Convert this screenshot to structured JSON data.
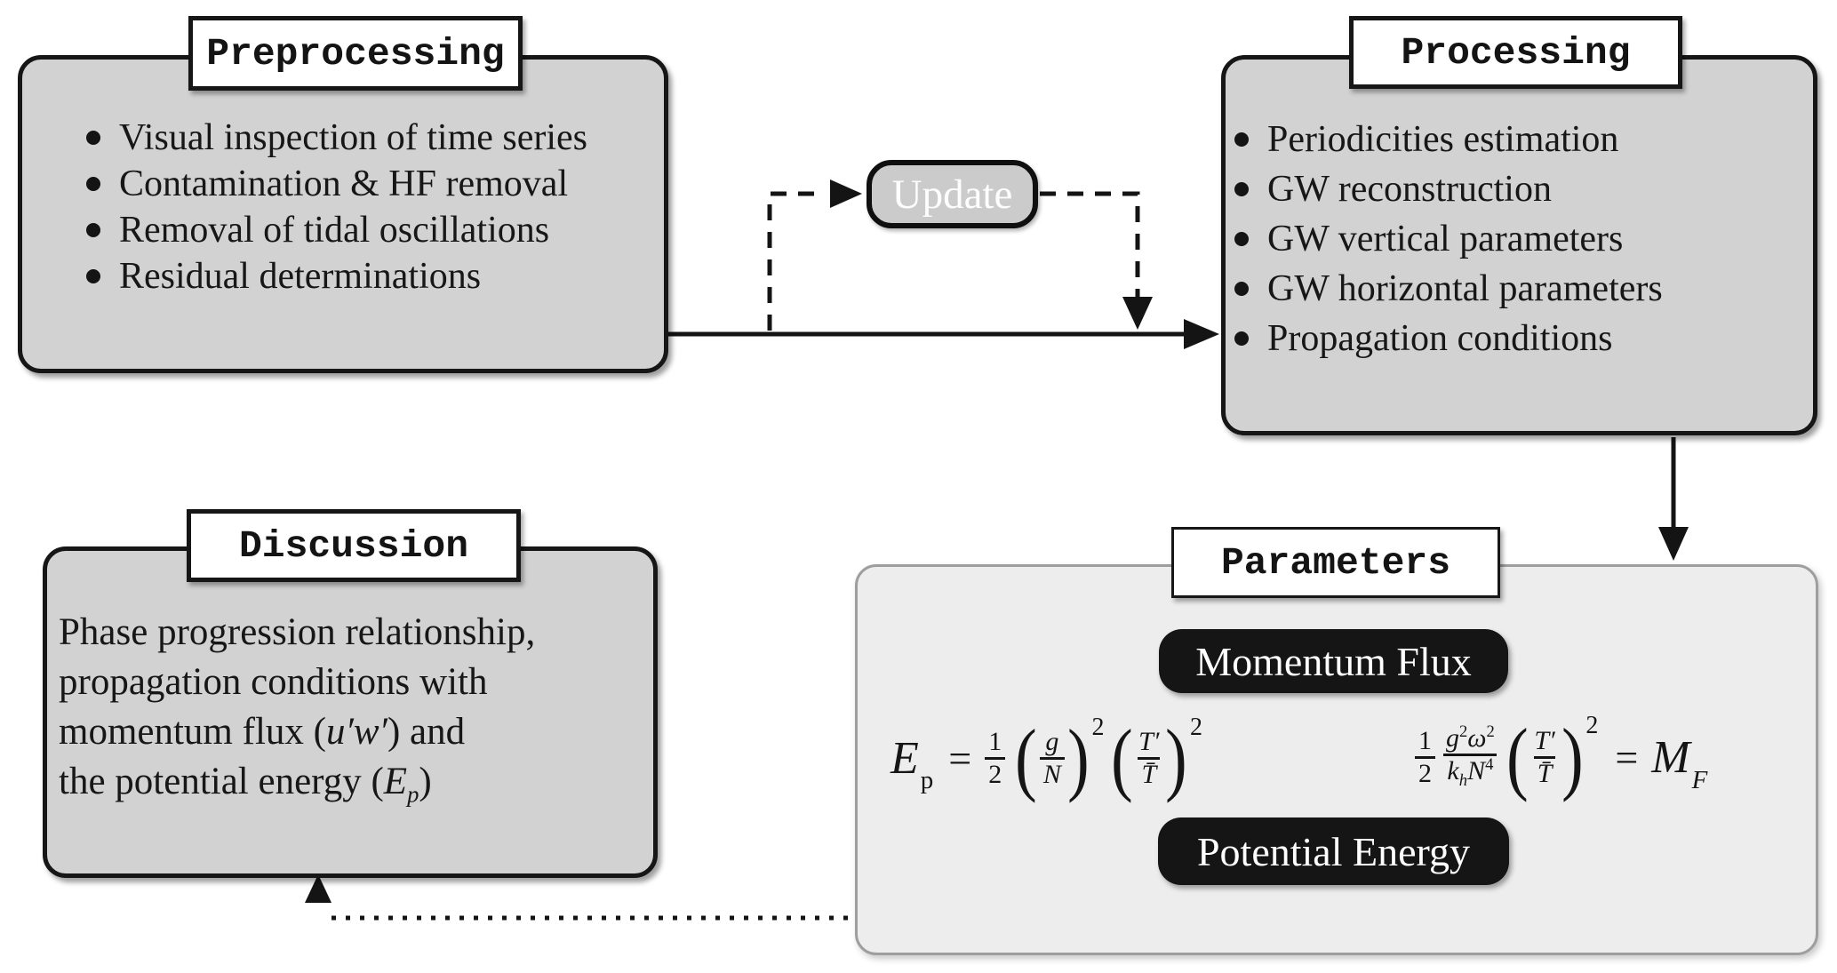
{
  "preprocessing": {
    "title": "Preprocessing",
    "items": [
      "Visual inspection of time series",
      "Contamination & HF removal",
      "Removal of tidal oscillations",
      "Residual determinations"
    ]
  },
  "processing": {
    "title": "Processing",
    "items": [
      "Periodicities estimation",
      "GW reconstruction",
      "GW vertical parameters",
      "GW horizontal parameters",
      "Propagation conditions"
    ]
  },
  "update": {
    "label": "Update"
  },
  "discussion": {
    "title": "Discussion",
    "line1": "Phase progression relationship,",
    "line2": "propagation conditions with",
    "line3_pre": "momentum flux (",
    "line3_math": "u′w′",
    "line3_post": ") and",
    "line4_pre": "the potential energy (",
    "line4_math_base": "E",
    "line4_math_sub": "p",
    "line4_post": ")"
  },
  "parameters": {
    "title": "Parameters",
    "momentum_flux_label": "Momentum Flux",
    "potential_energy_label": "Potential Energy",
    "ep_formula": {
      "lhs": "E",
      "lhs_sub": "p",
      "eq": "=",
      "half_num": "1",
      "half_den": "2",
      "lp": "(",
      "f1_num": "g",
      "f1_den": "N",
      "rp": ")",
      "sup1": "2",
      "lp2": "(",
      "f2_num": "T′",
      "f2_den": "T̄",
      "rp2": ")",
      "sup2": "2"
    },
    "mf_formula": {
      "half_num": "1",
      "half_den": "2",
      "num_g": "g",
      "num_g_sup": "2",
      "num_om": "ω",
      "num_om_sup": "2",
      "den_k": "k",
      "den_k_sub": "h",
      "den_n": "N",
      "den_n_sup": "4",
      "lp": "(",
      "f_num": "T′",
      "f_den": "T̄",
      "rp": ")",
      "sup": "2",
      "eq": "=",
      "rhs": "M",
      "rhs_sub": "F"
    }
  },
  "colors": {
    "box_fill": "#d2d2d2",
    "panel_fill": "#ededed",
    "pill_fill": "#151515",
    "pill_text": "#ffffff",
    "outline": "#161616",
    "panel_outline": "#9e9e9e",
    "update_text": "#fdfdfd"
  }
}
